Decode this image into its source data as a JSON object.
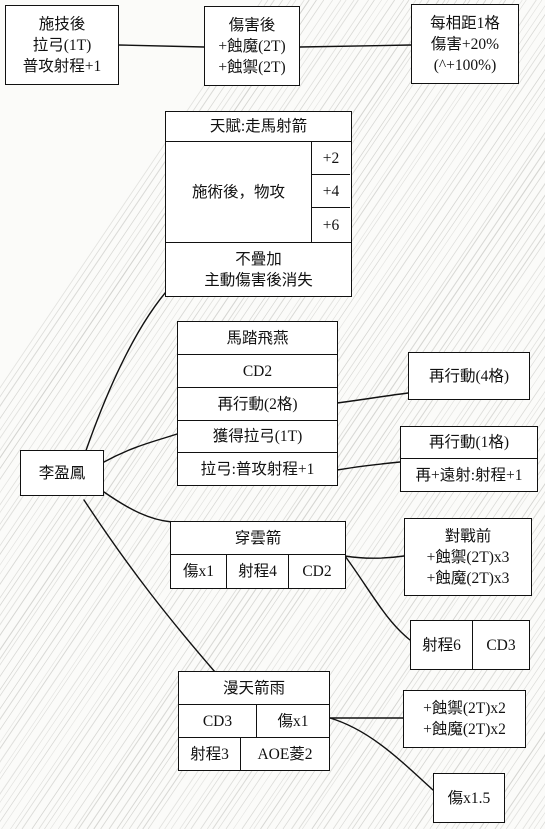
{
  "top_row": {
    "after_cast": [
      "施技後",
      "拉弓(1T)",
      "普攻射程+1"
    ],
    "after_damage": [
      "傷害後",
      "+蝕魔(2T)",
      "+蝕禦(2T)"
    ],
    "per_distance": [
      "每相距1格",
      "傷害+20%",
      "(^+100%)"
    ]
  },
  "talent": {
    "title": "天賦:走馬射箭",
    "body": "施術後，物攻",
    "steps": [
      "+2",
      "+4",
      "+6"
    ],
    "footer": [
      "不疊加",
      "主動傷害後消失"
    ]
  },
  "character": "李盈鳳",
  "skill_horse": {
    "title": "馬踏飛燕",
    "rows": [
      "CD2",
      "再行動(2格)",
      "獲得拉弓(1T)",
      "拉弓:普攻射程+1"
    ],
    "extra_move": "再行動(4格)",
    "extra_move_ranged": [
      "再行動(1格)",
      "再+遠射:射程+1"
    ]
  },
  "skill_cloud": {
    "title": "穿雲箭",
    "stats": [
      "傷x1",
      "射程4",
      "CD2"
    ],
    "before_battle": [
      "對戰前",
      "+蝕禦(2T)x3",
      "+蝕魔(2T)x3"
    ],
    "upgrade": [
      "射程6",
      "CD3"
    ]
  },
  "skill_rain": {
    "title": "漫天箭雨",
    "stats": [
      "CD3",
      "傷x1",
      "射程3",
      "AOE菱2"
    ],
    "debuffs": [
      "+蝕禦(2T)x2",
      "+蝕魔(2T)x2"
    ],
    "damage_up": "傷x1.5"
  }
}
